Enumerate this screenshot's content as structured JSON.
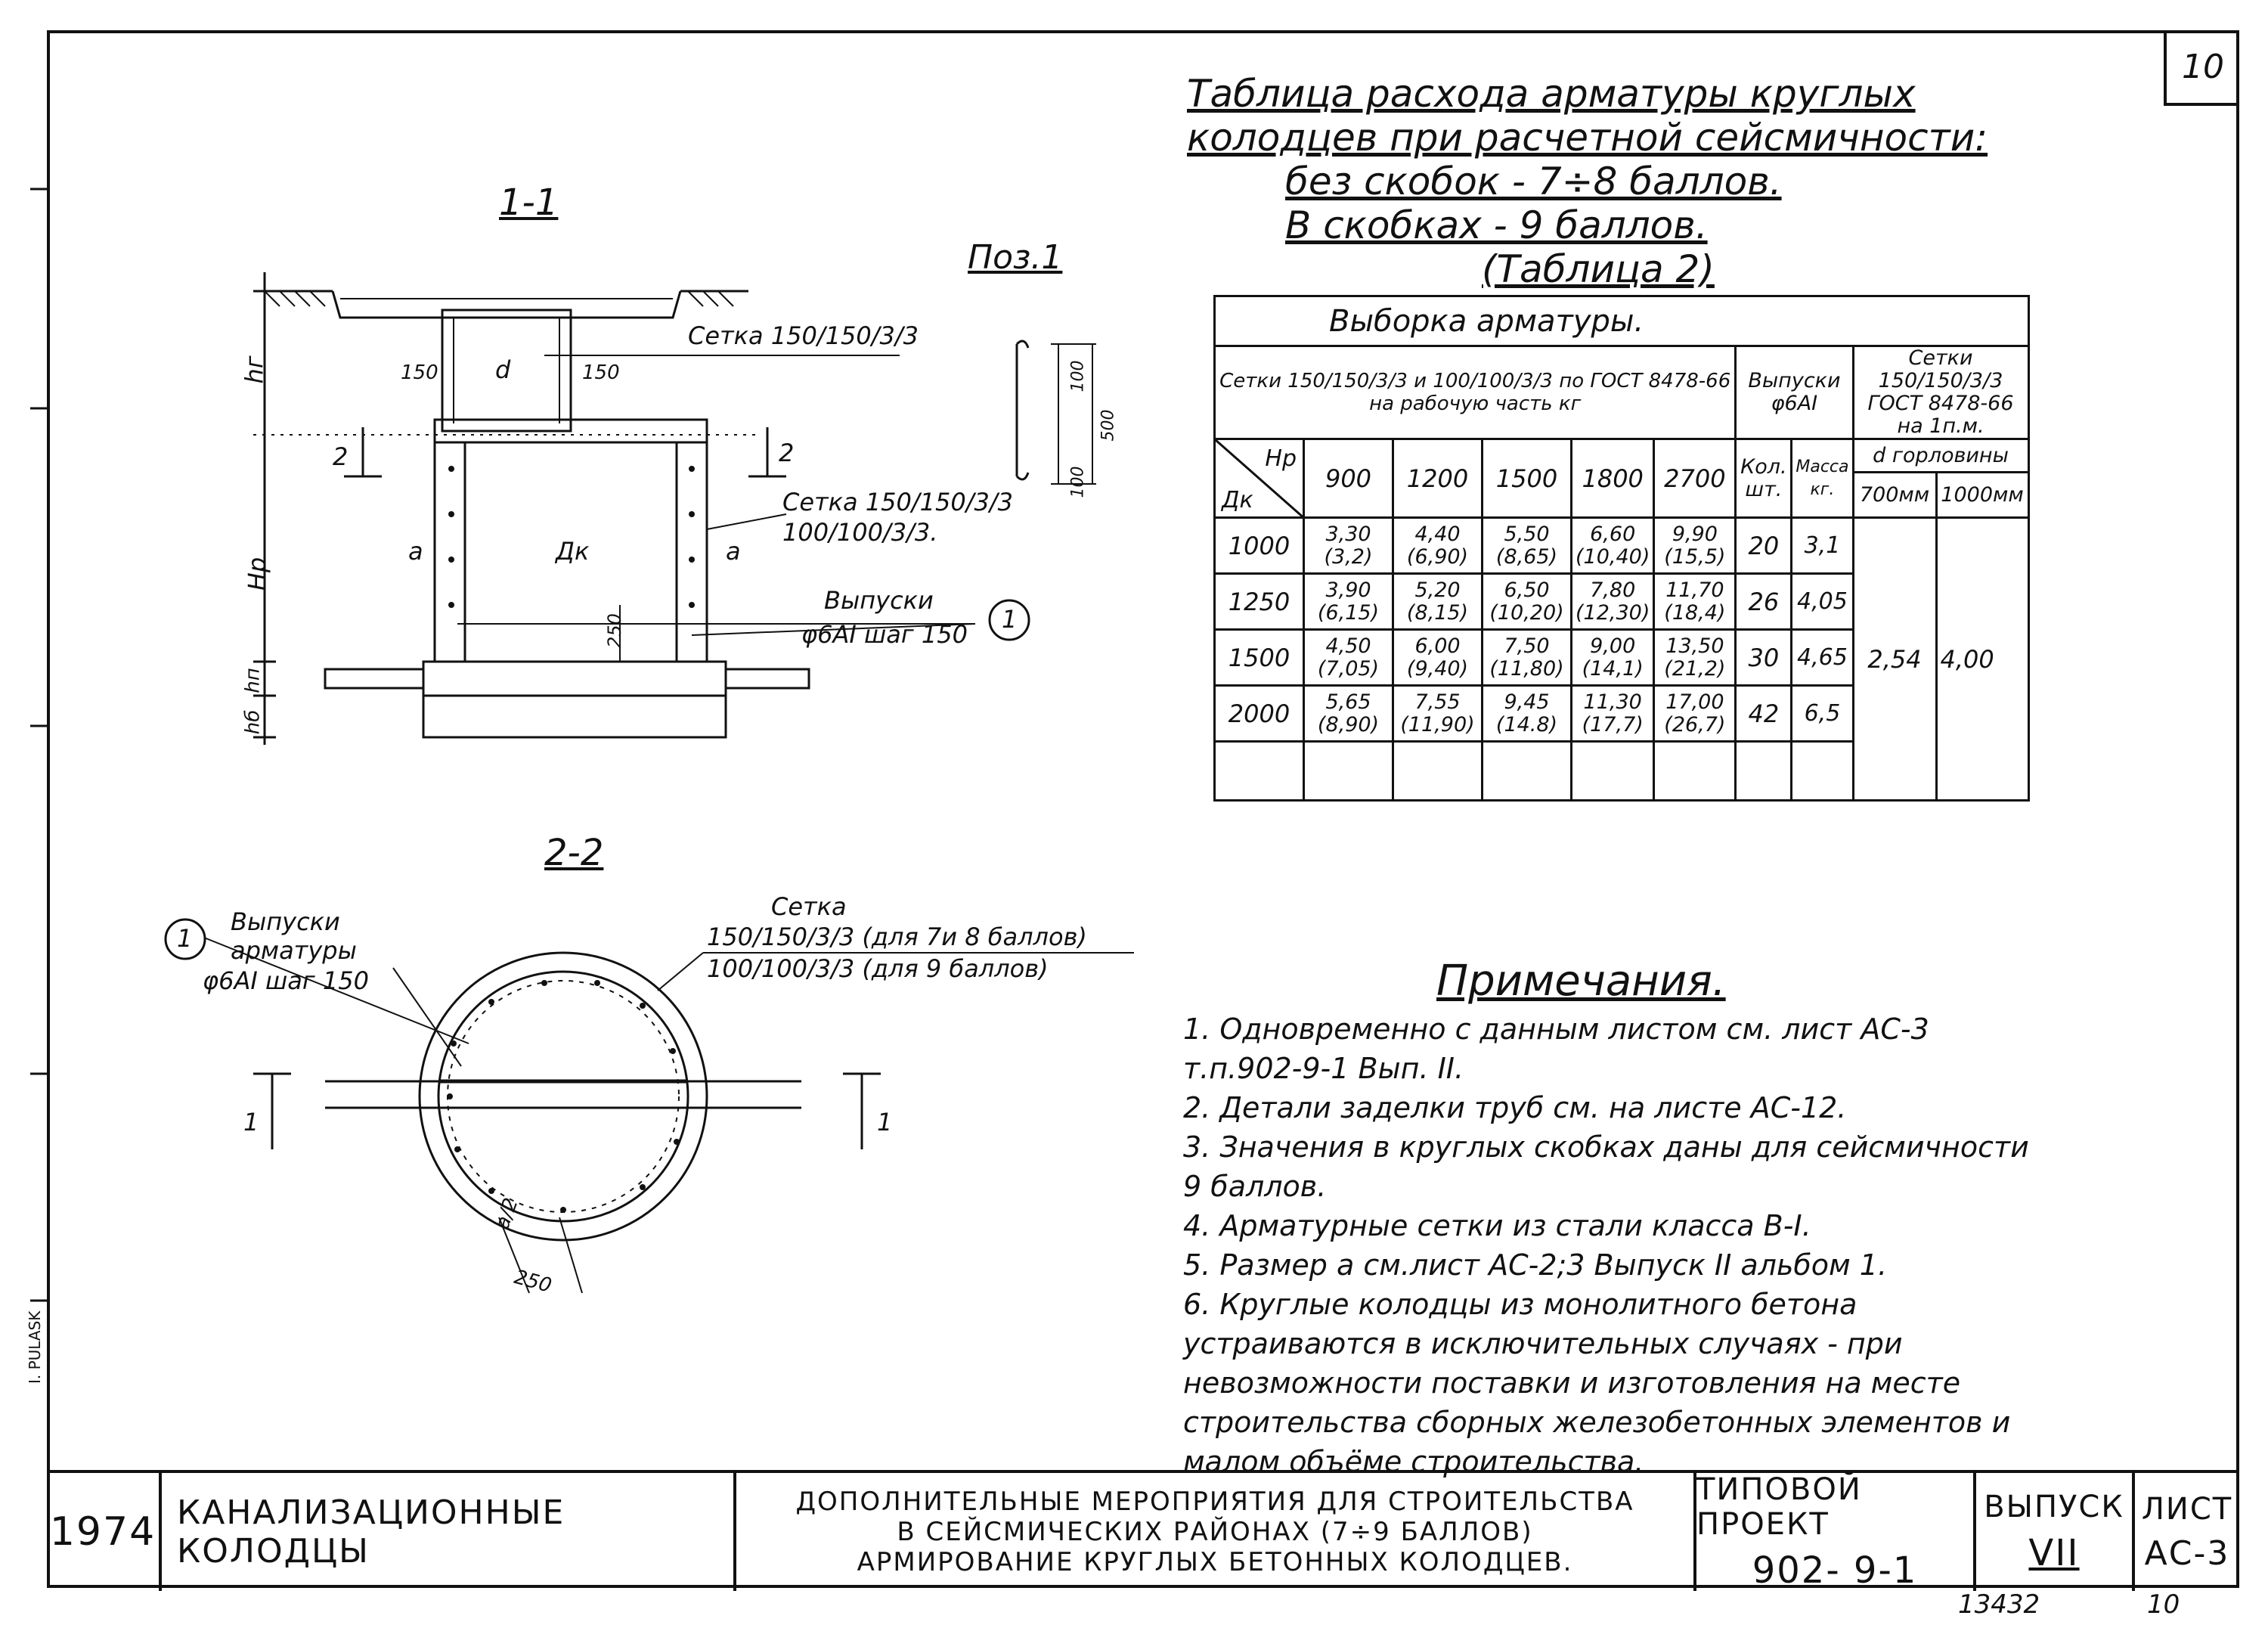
{
  "sheet_number": "10",
  "title_lines": [
    "Таблица расхода арматуры круглых",
    "колодцев при расчетной сейсмичности:",
    "без скобок - 7÷8 баллов.",
    "В скобках - 9 баллов.",
    "(Таблица 2)"
  ],
  "section_1": {
    "label": "1-1",
    "hg": "hг",
    "hp": "Hp",
    "hn": "hп",
    "hb": "hб",
    "d": "d",
    "dim150a": "150",
    "dim150b": "150",
    "setka_top": "Сетка 150/150/3/3",
    "setka_wall_1": "Сетка 150/150/3/3",
    "setka_wall_2": "100/100/3/3.",
    "vypuski_1": "Выпуски",
    "vypuski_2": "φ6AI шаг 150",
    "dk": "Дк",
    "a_left": "a",
    "a_right": "a",
    "dim250": "250",
    "cut_left": "2",
    "cut_right": "2",
    "pos_marker": "1"
  },
  "poz": {
    "label": "Поз.1",
    "dim_top": "100",
    "dim_total": "500",
    "dim_bottom": "100"
  },
  "section_2": {
    "label": "2-2",
    "marker": "1",
    "vyp_1": "Выпуски",
    "vyp_2": "арматуры",
    "vyp_3": "φ6AI шаг 150",
    "setka_1": "Сетка",
    "setka_2": "150/150/3/3 (для 7и 8 баллов)",
    "setka_3": "100/100/3/3 (для 9 баллов)",
    "half_a": "a/2",
    "dim250": "250",
    "cut_left": "1",
    "cut_right": "1"
  },
  "table": {
    "caption": "Выборка арматуры.",
    "head_setki": "Сетки 150/150/3/3 и 100/100/3/3 по ГОСТ 8478-66 на рабочую часть кг",
    "head_vypuski": "Выпуски φ6AI",
    "head_setki2": "Сетки 150/150/3/3 ГОСТ 8478-66 на 1п.м.",
    "head_gorl": "d горловины",
    "hp_label": "Нр",
    "dk_label": "Дк",
    "hp_values": [
      "900",
      "1200",
      "1500",
      "1800",
      "2700"
    ],
    "kol_label": "Кол. шт.",
    "massa_label": "Масса кг.",
    "gorl_700": "700мм",
    "gorl_1000": "1000мм",
    "rows": [
      {
        "dk": "1000",
        "v": [
          [
            "3,30",
            "(3,2)"
          ],
          [
            "4,40",
            "(6,90)"
          ],
          [
            "5,50",
            "(8,65)"
          ],
          [
            "6,60",
            "(10,40)"
          ],
          [
            "9,90",
            "(15,5)"
          ]
        ],
        "kol": "20",
        "massa": "3,1"
      },
      {
        "dk": "1250",
        "v": [
          [
            "3,90",
            "(6,15)"
          ],
          [
            "5,20",
            "(8,15)"
          ],
          [
            "6,50",
            "(10,20)"
          ],
          [
            "7,80",
            "(12,30)"
          ],
          [
            "11,70",
            "(18,4)"
          ]
        ],
        "kol": "26",
        "massa": "4,05"
      },
      {
        "dk": "1500",
        "v": [
          [
            "4,50",
            "(7,05)"
          ],
          [
            "6,00",
            "(9,40)"
          ],
          [
            "7,50",
            "(11,80)"
          ],
          [
            "9,00",
            "(14,1)"
          ],
          [
            "13,50",
            "(21,2)"
          ]
        ],
        "kol": "30",
        "massa": "4,65"
      },
      {
        "dk": "2000",
        "v": [
          [
            "5,65",
            "(8,90)"
          ],
          [
            "7,55",
            "(11,90)"
          ],
          [
            "9,45",
            "(14.8)"
          ],
          [
            "11,30",
            "(17,7)"
          ],
          [
            "17,00",
            "(26,7)"
          ]
        ],
        "kol": "42",
        "massa": "6,5"
      }
    ],
    "gorl_700_value": "2,54",
    "gorl_1000_value": "4,00"
  },
  "notes": {
    "title": "Примечания.",
    "items": [
      "1. Одновременно с данным листом см. лист АС-3 т.п.902-9-1 Вып. II.",
      "2. Детали заделки труб см. на листе АС-12.",
      "3. Значения в круглых скобках даны для сейсмичности 9 баллов.",
      "4. Арматурные сетки из стали класса В-I.",
      "5. Размер a см.лист АС-2;3 Выпуск II альбом 1.",
      "6. Круглые колодцы из монолитного бетона устраиваются в исключительных случаях - при невозможности поставки и изготовления на месте строительства сборных железобетонных элементов и малом объёме строительства."
    ]
  },
  "stamp": {
    "year": "1974",
    "name": "КАНАЛИЗАЦИОННЫЕ КОЛОДЦЫ",
    "desc_1": "ДОПОЛНИТЕЛЬНЫЕ МЕРОПРИЯТИЯ ДЛЯ СТРОИТЕЛЬСТВА",
    "desc_2": "В СЕЙСМИЧЕСКИХ РАЙОНАХ (7÷9 БАЛЛОВ)",
    "desc_3": "АРМИРОВАНИЕ КРУГЛЫХ БЕТОННЫХ КОЛОДЦЕВ.",
    "project_label": "ТИПОВОЙ ПРОЕКТ",
    "project_value": "902- 9-1",
    "issue_label": "ВЫПУСК",
    "issue_value": "VII",
    "sheet_label": "ЛИСТ",
    "sheet_value": "АС-3"
  },
  "footer": {
    "code": "13432",
    "page": "10"
  },
  "side_text": "I. PULASK"
}
